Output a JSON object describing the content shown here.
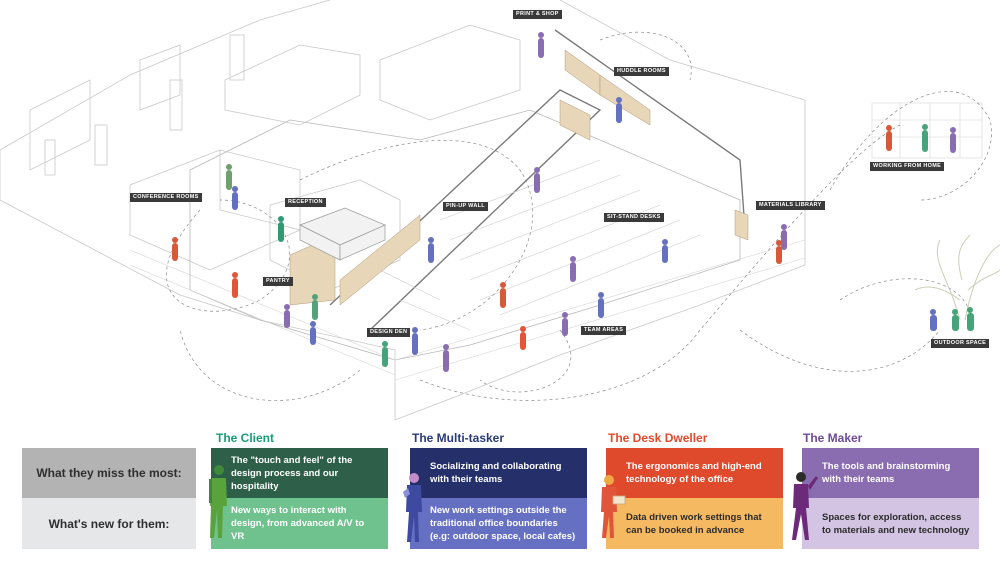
{
  "plan_labels": {
    "print_shop": "PRINT & SHOP",
    "huddle_rooms": "HUDDLE ROOMS",
    "working_from_home": "WORKING FROM HOME",
    "conference_rooms": "CONFERENCE ROOMS",
    "reception": "RECEPTION",
    "pin_up_wall": "PIN-UP WALL",
    "sit_stand_desks": "SIT-STAND DESKS",
    "materials_library": "MATERIALS LIBRARY",
    "pantry": "PANTRY",
    "design_den": "DESIGN DEN",
    "team_areas": "TEAM AREAS",
    "outdoor_space": "OUTDOOR SPACE"
  },
  "rows": {
    "miss": "What they miss the most:",
    "new": "What's new for them:"
  },
  "personas": [
    {
      "title": "The Client",
      "color": "#1a9c77",
      "miss": "The \"touch and feel\" of the design process and our hospitality",
      "new": "New ways to interact with design, from advanced A/V to VR",
      "miss_bg": "#2e5f49",
      "new_bg": "#6fc28d"
    },
    {
      "title": "The Multi-tasker",
      "color": "#2a3a7c",
      "miss": "Socializing and collaborating with their teams",
      "new": "New work settings outside the traditional office boundaries (e.g: outdoor space, local cafes)",
      "miss_bg": "#25306a",
      "new_bg": "#6570c2"
    },
    {
      "title": "The Desk Dweller",
      "color": "#e14a2a",
      "miss": "The ergonomics and high-end technology of the office",
      "new": "Data driven work settings that can be booked in advance",
      "miss_bg": "#df4a2c",
      "new_bg": "#f5b962"
    },
    {
      "title": "The Maker",
      "color": "#6e4a9a",
      "miss": "The tools and brainstorming with their teams",
      "new": "Spaces for exploration, access to materials and new technology",
      "miss_bg": "#8a6db0",
      "new_bg": "#d2c4e2"
    }
  ]
}
